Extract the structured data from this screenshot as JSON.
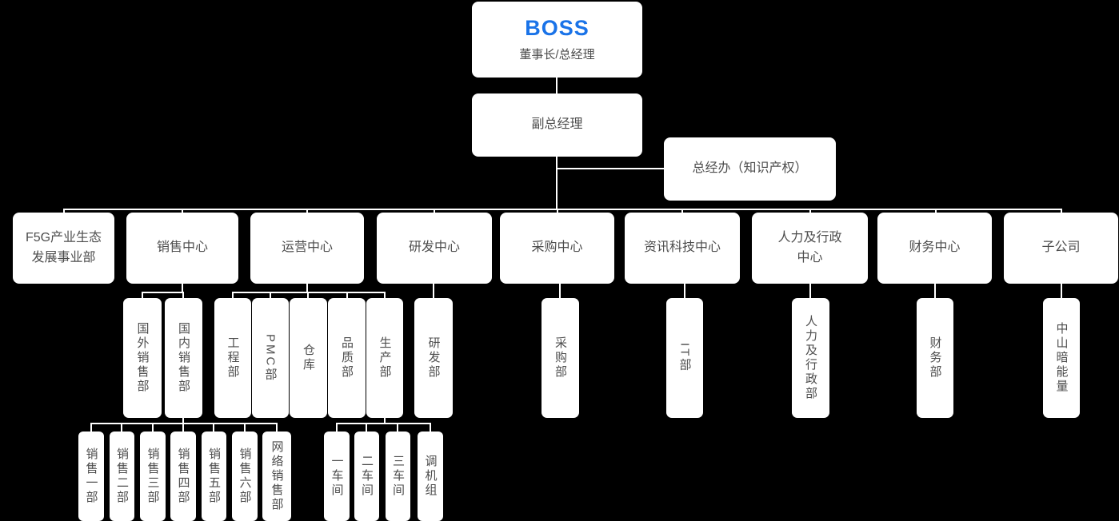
{
  "org_chart": {
    "root": {
      "name": "BOSS",
      "title": "董事长/总经理"
    },
    "vice_president": "副总经理",
    "general_office": "总经办（知识产权）",
    "centers": [
      {
        "label": "F5G产业生态\n发展事业部"
      },
      {
        "label": "销售中心"
      },
      {
        "label": "运营中心"
      },
      {
        "label": "研发中心"
      },
      {
        "label": "采购中心"
      },
      {
        "label": "资讯科技中心"
      },
      {
        "label": "人力及行政\n中心"
      },
      {
        "label": "财务中心"
      },
      {
        "label": "子公司"
      }
    ],
    "departments": [
      "国外销售部",
      "国内销售部",
      "工程部",
      "PMC部",
      "仓库",
      "品质部",
      "生产部",
      "研发部",
      "采购部",
      "IT部",
      "人力及行政部",
      "财务部",
      "中山暗能量"
    ],
    "teams": [
      "销售一部",
      "销售二部",
      "销售三部",
      "销售四部",
      "销售五部",
      "销售六部",
      "网络销售部",
      "一车间",
      "二车间",
      "三车间",
      "调机组"
    ]
  },
  "colors": {
    "background": "#000000",
    "node_background": "#ffffff",
    "node_text": "#4d4d4d",
    "accent_blue": "#1a73e8",
    "connector": "#ffffff"
  }
}
